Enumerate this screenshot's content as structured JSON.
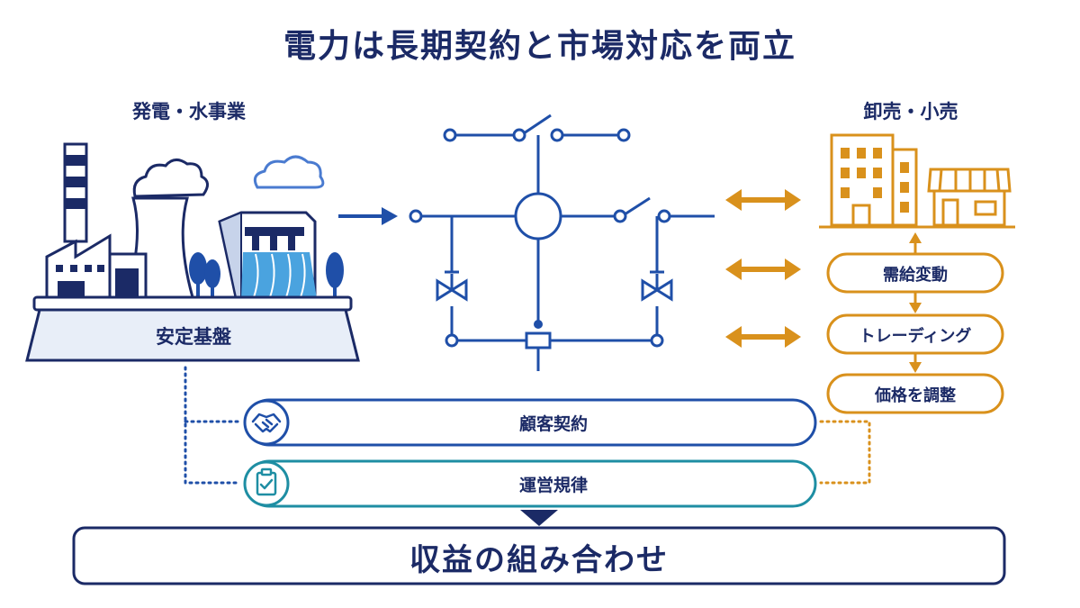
{
  "title": "電力は長期契約と市場対応を両立",
  "generation": {
    "heading": "発電・水事業",
    "base_label": "安定基盤"
  },
  "retail": {
    "heading": "卸売・小売",
    "steps": [
      {
        "label": "需給変動"
      },
      {
        "label": "トレーディング"
      },
      {
        "label": "価格を調整"
      }
    ]
  },
  "bars": [
    {
      "label": "顧客契約",
      "icon": "handshake-icon"
    },
    {
      "label": "運営規律",
      "icon": "clipboard-check-icon"
    }
  ],
  "result": {
    "label": "収益の組み合わせ"
  },
  "colors": {
    "navy": "#1b2a66",
    "blue": "#1f4fa8",
    "light_blue": "#4aa3df",
    "orange": "#d9911c",
    "teal": "#1e8ea3"
  }
}
